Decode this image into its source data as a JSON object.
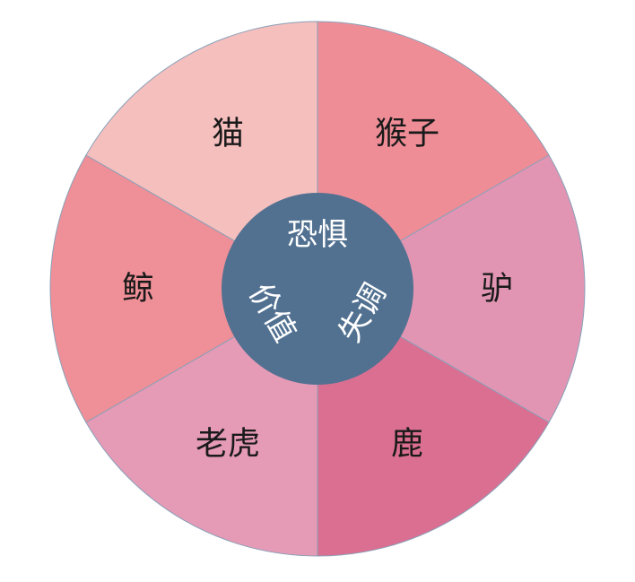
{
  "diagram": {
    "segments": [
      {
        "label": "猴子",
        "color": "#ef8d97"
      },
      {
        "label": "驴",
        "color": "#e195b3"
      },
      {
        "label": "鹿",
        "color": "#db6f92"
      },
      {
        "label": "老虎",
        "color": "#e59ab5"
      },
      {
        "label": "鲸",
        "color": "#ef8f97"
      },
      {
        "label": "猫",
        "color": "#f5bfbd"
      }
    ],
    "hub": {
      "color": "#527191",
      "labels": [
        {
          "text": "恐惧"
        },
        {
          "text": "失调"
        },
        {
          "text": "价值"
        }
      ]
    },
    "colors": {
      "divider": "#8aa0b8",
      "background": "#ffffff"
    }
  }
}
